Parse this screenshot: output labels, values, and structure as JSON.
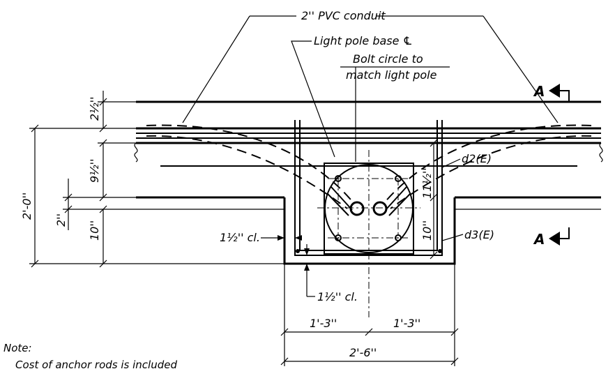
{
  "labels": {
    "conduit": "2'' PVC conduit",
    "base": "Light pole base ℄",
    "bolt_line1": "Bolt circle to",
    "bolt_line2": "match light pole",
    "d2": "d2(E)",
    "d3": "d3(E)",
    "section_a_top": "A",
    "section_a_bottom": "A",
    "clear_left": "1½'' cl.",
    "clear_bottom": "1½'' cl."
  },
  "dimensions": {
    "top_cover": "2½''",
    "depth_total": "2'-0''",
    "upper": "9½''",
    "step": "2''",
    "lower": "10''",
    "box_upper": "11½''",
    "box_lower": "10''",
    "half_left": "1'-3''",
    "half_right": "1'-3''",
    "width_total": "2'-6''"
  },
  "note": {
    "title": "Note:",
    "line1": "Cost of anchor rods is included"
  }
}
